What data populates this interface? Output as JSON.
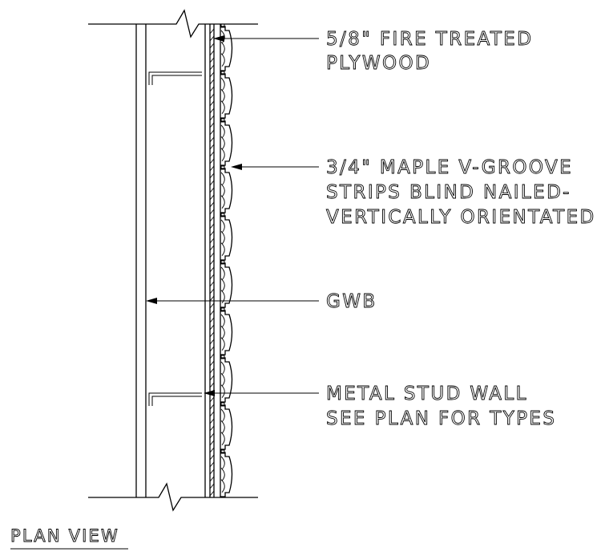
{
  "labels": {
    "plywood_line1": "5/8\" FIRE TREATED",
    "plywood_line2": "PLYWOOD",
    "maple_line1": "3/4\" MAPLE V-GROOVE",
    "maple_line2": "STRIPS BLIND NAILED-",
    "maple_line3": "VERTICALLY ORIENTATED",
    "gwb": "GWB",
    "stud_line1": "METAL STUD WALL",
    "stud_line2": "SEE PLAN FOR TYPES"
  },
  "title": "PLAN VIEW"
}
